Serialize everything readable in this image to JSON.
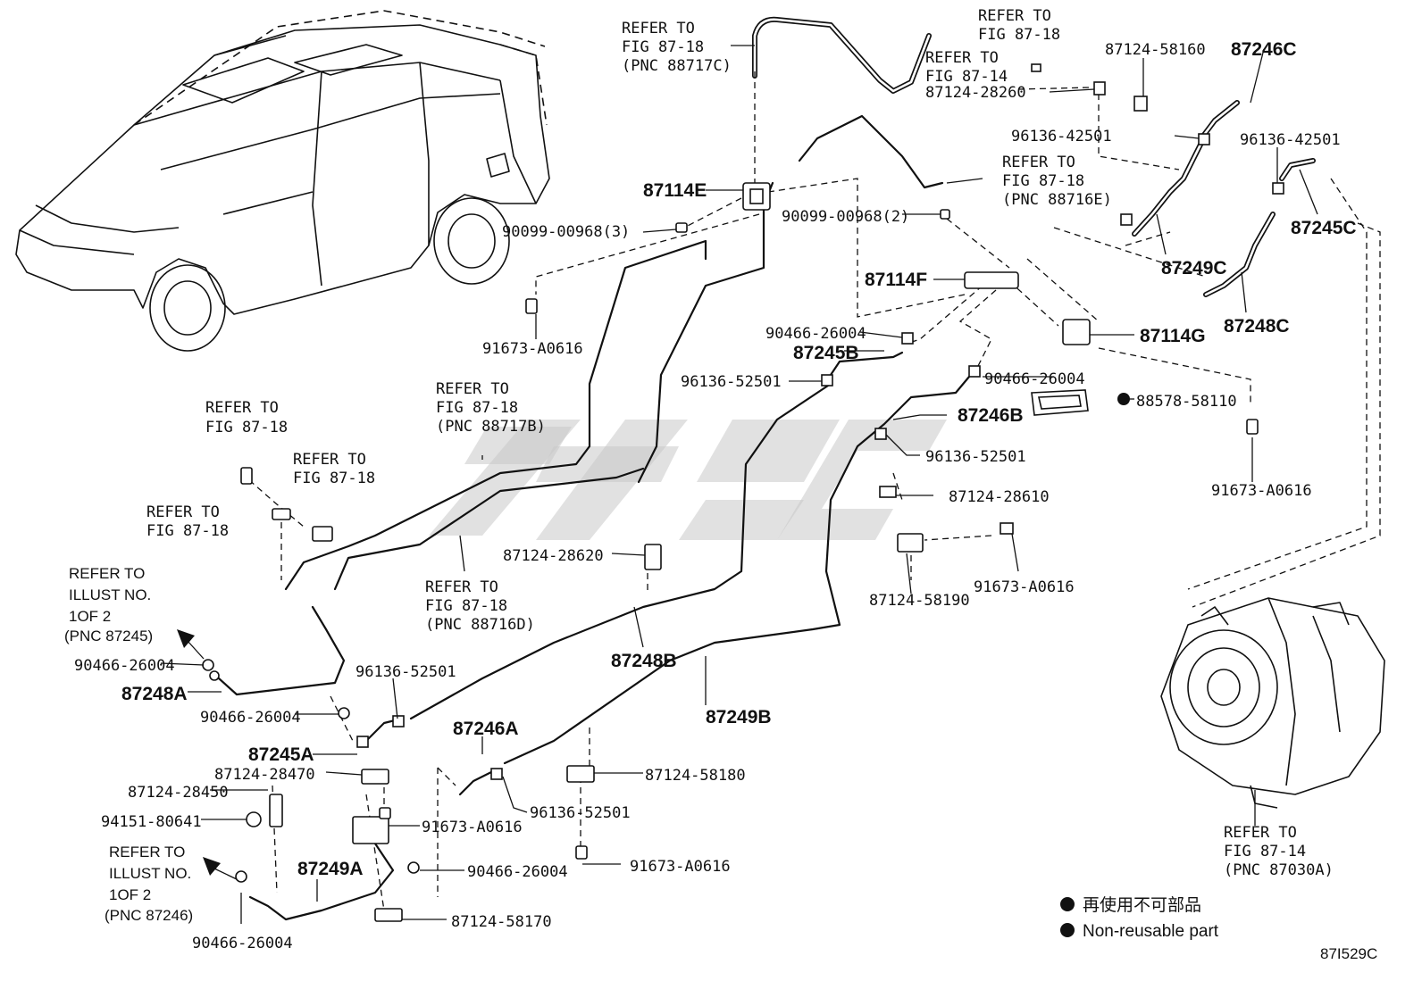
{
  "diagram": {
    "watermark": "CFGC",
    "callouts": {
      "p87114E": "87114E",
      "p87114F": "87114F",
      "p87114G": "87114G",
      "p87245A": "87245A",
      "p87245B": "87245B",
      "p87245C": "87245C",
      "p87246A": "87246A",
      "p87246B": "87246B",
      "p87246C": "87246C",
      "p87248A": "87248A",
      "p87248B": "87248B",
      "p87248C": "87248C",
      "p87249A": "87249A",
      "p87249B": "87249B",
      "p87249C": "87249C"
    },
    "parts": {
      "p90099_3": "90099-00968(3)",
      "p90099_2": "90099-00968(2)",
      "p91673_a": "91673-A0616",
      "p91673_b": "91673-A0616",
      "p91673_c": "91673-A0616",
      "p91673_d": "91673-A0616",
      "p91673_e": "91673-A0616",
      "p90466_a": "90466-26004",
      "p90466_b": "90466-26004",
      "p90466_c": "90466-26004",
      "p90466_d": "90466-26004",
      "p90466_e": "90466-26004",
      "p90466_f": "90466-26004",
      "p96136_a": "96136-52501",
      "p96136_b": "96136-52501",
      "p96136_c": "96136-52501",
      "p96136_d": "96136-52501",
      "p96136_e": "96136-42501",
      "p96136_f": "96136-42501",
      "p87124_58160": "87124-58160",
      "p87124_28260": "87124-28260",
      "p87124_28610": "87124-28610",
      "p87124_28620": "87124-28620",
      "p87124_58190": "87124-58190",
      "p87124_58180": "87124-58180",
      "p87124_28470": "87124-28470",
      "p87124_28450": "87124-28450",
      "p87124_58170": "87124-58170",
      "p94151": "94151-80641",
      "p88578": "88578-58110"
    },
    "refs": {
      "r1": [
        "REFER TO",
        "FIG 87-18",
        "(PNC 88717C)"
      ],
      "r2": [
        "REFER TO",
        "FIG 87-18"
      ],
      "r3": [
        "REFER TO",
        "FIG 87-14"
      ],
      "r4": [
        "REFER TO",
        "FIG 87-18",
        "(PNC 88716E)"
      ],
      "r5": [
        "REFER TO",
        "FIG 87-18"
      ],
      "r6": [
        "REFER TO",
        "FIG 87-18",
        "(PNC 88717B)"
      ],
      "r7": [
        "REFER TO",
        "FIG 87-18"
      ],
      "r8": [
        "REFER TO",
        "FIG 87-18"
      ],
      "r9": [
        "REFER TO",
        "ILLUST NO.",
        "1OF 2",
        "(PNC 87245)"
      ],
      "r10": [
        "REFER TO",
        "FIG 87-18",
        "(PNC 88716D)"
      ],
      "r11": [
        "REFER TO",
        "ILLUST NO.",
        "1OF 2",
        "(PNC 87246)"
      ],
      "r12": [
        "REFER TO",
        "FIG 87-14",
        "(PNC 87030A)"
      ]
    },
    "legend": {
      "jp": "再使用不可部品",
      "en": "Non-reusable part"
    },
    "figure_code": "87I529C"
  }
}
